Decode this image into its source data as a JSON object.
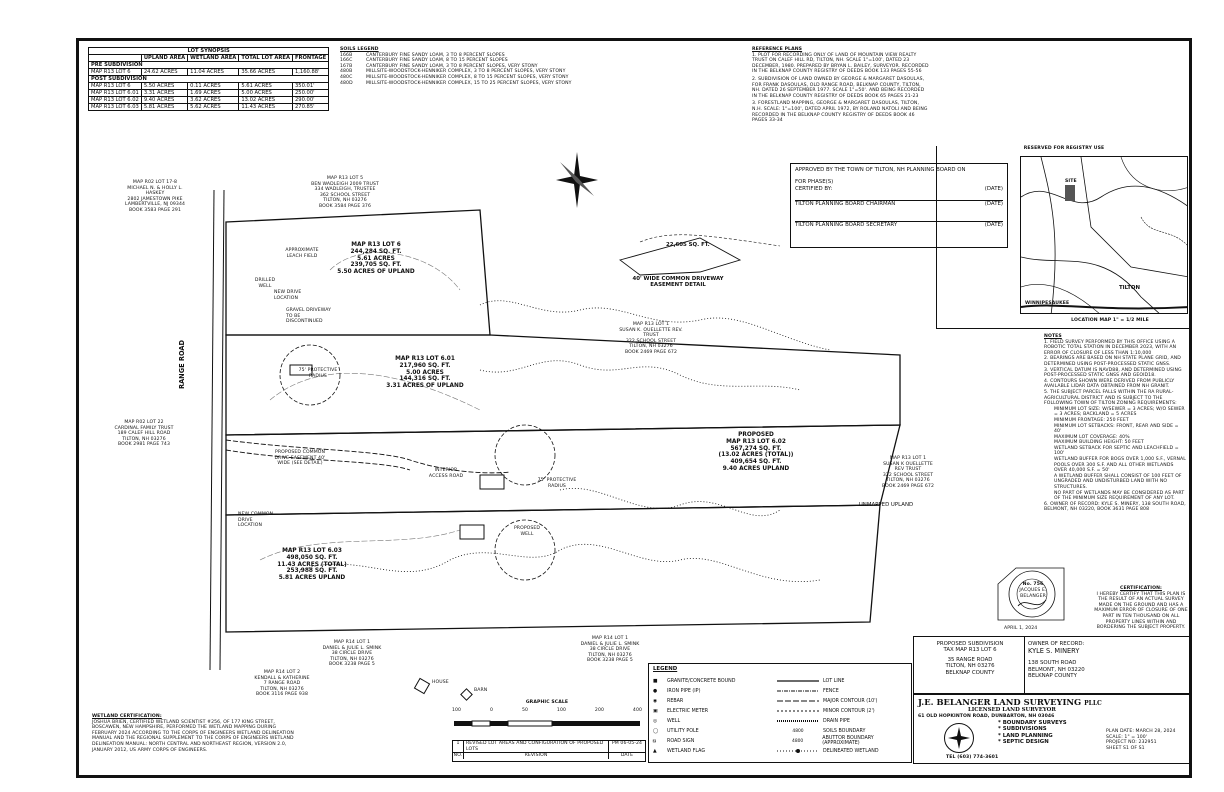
{
  "lot_synopsis": {
    "title": "LOT SYNOPSIS",
    "headers": [
      "",
      "UPLAND AREA",
      "WETLAND AREA",
      "TOTAL LOT AREA",
      "FRONTAGE"
    ],
    "pre_label": "PRE SUBDIVISION",
    "pre_rows": [
      [
        "MAP R13 LOT 6",
        "24.62 ACRES",
        "11.04 ACRES",
        "35.66 ACRES",
        "1,160.88'"
      ]
    ],
    "post_label": "POST SUBDIVISION",
    "post_rows": [
      [
        "MAP R13 LOT 6",
        "5.50 ACRES",
        "0.11 ACRES",
        "5.61 ACRES",
        "350.01'"
      ],
      [
        "MAP R13 LOT 6.01",
        "3.31 ACRES",
        "1.69 ACRES",
        "5.00 ACRES",
        "250.00'"
      ],
      [
        "MAP R13 LOT 6.02",
        "9.40 ACRES",
        "3.62 ACRES",
        "13.02 ACRES",
        "290.00'"
      ],
      [
        "MAP R13 LOT 6.03",
        "5.81 ACRES",
        "5.62 ACRES",
        "11.43 ACRES",
        "270.85'"
      ]
    ]
  },
  "soils_legend": {
    "title": "SOILS LEGEND",
    "rows": [
      [
        "166B",
        "CANTERBURY FINE SANDY LOAM, 3 TO 8 PERCENT SLOPES"
      ],
      [
        "166C",
        "CANTERBURY FINE SANDY LOAM, 8 TO 15 PERCENT SLOPES"
      ],
      [
        "167B",
        "CANTERBURY FINE SANDY LOAM, 3 TO 8 PERCENT SLOPES, VERY STONY"
      ],
      [
        "480B",
        "MILLSITE-WOODSTOCK-HENNIKER COMPLEX, 3 TO 8 PERCENT SLOPES, VERY STONY"
      ],
      [
        "480C",
        "MILLSITE-WOODSTOCK-HENNIKER COMPLEX, 8 TO 15 PERCENT SLOPES, VERY STONY"
      ],
      [
        "480D",
        "MILLSITE-WOODSTOCK-HENNIKER COMPLEX, 15 TO 25 PERCENT SLOPES, VERY STONY"
      ]
    ]
  },
  "reference_plans": {
    "title": "REFERENCE PLANS",
    "items": [
      "1. PLOT FOR RECORDING ONLY OF LAND OF MOUNTAIN VIEW REALTY TRUST ON CALEF HILL RD, TILTON, NH. SCALE 1\"=100', DATED 23 DECEMBER, 1980. PREPARED BY BRYAN L. BAILEY, SURVEYOR. RECORDED IN THE BELKNAP COUNTY REGISTRY OF DEEDS BOOK 133 PAGES 55-56",
      "2. SUBDIVISION OF LAND OWNED BY GEORGE & MARGARET DASOULAS, FOR FRANK DASOULAS, OLD RANGE ROAD, BELKNAP COUNTY, TILTON, NH. DATED 26 SEPTEMBER 1977. SCALE 1\"=50'. AND BEING RECORDED IN THE BELKNAP COUNTY REGISTRY OF DEEDS BOOK 65 PAGES 21-23",
      "3. FORESTLAND MAPPING, GEORGE & MARGARET DASOULAS, TILTON, N.H. SCALE: 1\"=100', DATED APRIL 1972, BY ROLAND NATOLI AND BEING RECORDED IN THE BELKNAP COUNTY REGISTRY OF DEEDS BOOK 46 PAGES 33-34"
    ]
  },
  "approval": {
    "line1": "APPROVED BY THE TOWN OF TILTON, NH PLANNING BOARD ON",
    "line2": "FOR PHASE(S)",
    "line3": "CERTIFIED BY:",
    "date": "(DATE)",
    "chairman": "TILTON PLANNING BOARD CHAIRMAN",
    "secretary": "TILTON PLANNING BOARD SECRETARY"
  },
  "registry": {
    "title": "RESERVED FOR REGISTRY USE",
    "location_map": "LOCATION MAP  1\" = 1/2 MILE",
    "tilton": "TILTON",
    "winnipesaukee": "WINNIPESAUKEE",
    "site": "SITE"
  },
  "notes": {
    "title": "NOTES",
    "items": [
      "1. FIELD SURVEY PERFORMED BY THIS OFFICE USING A ROBOTIC TOTAL STATION IN DECEMBER 2023, WITH AN ERROR OF CLOSURE OF LESS THAN 1:10,000",
      "2. BEARINGS ARE BASED ON NH STATE PLANE GRID, AND DETERMINED USING POST-PROCESSED STATIC GNSS.",
      "3. VERTICAL DATUM IS NAVD88, AND DETERMINED USING POST-PROCESSED STATIC GNSS AND GEOID18.",
      "4. CONTOURS SHOWN WERE DERIVED FROM PUBLICLY AVAILABLE LIDAR DATA OBTAINED FROM NH GRANIT.",
      "5. THE SUBJECT PARCEL FALLS WITHIN THE RA RURAL-AGRICULTURAL DISTRICT AND IS SUBJECT TO THE FOLLOWING TOWN OF TILTON ZONING REQUIREMENTS:",
      "MINIMUM LOT SIZE: W/SEWER = 3 ACRES; W/O SEWER = 3 ACRES; BACKLAND = 5 ACRES",
      "MINIMUM FRONTAGE: 250 FEET",
      "MINIMUM LOT SETBACKS: FRONT, REAR AND SIDE = 40'",
      "MAXIMUM LOT COVERAGE: 40%",
      "MAXIMUM BUILDING HEIGHT: 50 FEET",
      "WETLAND SETBACK FOR SEPTIC AND LEACHFIELD = 100'",
      "WETLAND BUFFER FOR BOGS OVER 1,000 S.F., VERNAL POOLS OVER 300 S.F. AND ALL OTHER WETLANDS OVER 40,000 S.F. = 50'",
      "A WETLAND BUFFER SHALL CONSIST OF 100 FEET OF UNGRADED AND UNDISTURBED LAND WITH NO STRUCTURES.",
      "NO PART OF WETLANDS MAY BE CONSIDERED AS PART OF THE MINIMUM SIZE REQUIREMENT OF ANY LOT.",
      "6. OWNER OF RECORD: KYLE S. MINERY, 138 SOUTH ROAD, BELMONT, NH 03220, BOOK 3631 PAGE 808"
    ]
  },
  "certification": {
    "title": "CERTIFICATION:",
    "text": "I HEREBY CERTIFY THAT THIS PLAN IS THE RESULT OF AN ACTUAL SURVEY MADE ON THE GROUND AND HAS A MAXIMUM ERROR OF CLOSURE OF ONE PART IN TEN THOUSAND ON ALL PROPERTY LINES WITHIN AND BORDERING THE SUBJECT PROPERTY.",
    "date": "APRIL 1, 2024",
    "seal_name": "JACQUES E. BELANGER",
    "seal_number": "No. 756"
  },
  "title_block": {
    "l1": "PROPOSED SUBDIVISION",
    "l2": "TAX MAP R13 LOT 6",
    "l3": "35 RANGE ROAD",
    "l4": "TILTON, NH 03276",
    "l5": "BELKNAP COUNTY",
    "owner_label": "OWNER OF RECORD:",
    "owner": "KYLE S. MINERY",
    "o1": "138 SOUTH ROAD",
    "o2": "BELMONT, NH 03220",
    "o3": "BELKNAP COUNTY"
  },
  "company": {
    "name": "J.E. BELANGER LAND SURVEYING",
    "pllc": "PLLC",
    "licensed": "LICENSED LAND SURVEYOR",
    "address": "61 OLD HOPKINTON ROAD, DUNBARTON, NH 03046",
    "svc1": "* BOUNDARY SURVEYS",
    "svc2": "* SUBDIVISIONS",
    "svc3": "* LAND PLANNING",
    "svc4": "* SEPTIC DESIGN",
    "tel": "TEL (603) 774-3601",
    "plan_date": "PLAN DATE: MARCH 28, 2024",
    "scale": "SCALE: 1\" = 100'",
    "project": "PROJECT NO: 232951",
    "sheet": "SHEET S1 OF S1"
  },
  "legend": {
    "title": "LEGEND",
    "left": [
      "GRANITE/CONCRETE BOUND",
      "IRON PIPE (IP)",
      "REBAR",
      "ELECTRIC METER",
      "WELL",
      "UTILITY POLE",
      "ROAD SIGN",
      "WETLAND FLAG"
    ],
    "right": [
      "LOT LINE",
      "FENCE",
      "MAJOR CONTOUR (10')",
      "MINOR CONTOUR (2')",
      "DRAIN PIPE",
      "SOILS BOUNDARY",
      "ABUTTOR BOUNDARY (APPROXIMATE)",
      "DELINEATED WETLAND"
    ],
    "contour_major": "4800",
    "contour_minor": "4800"
  },
  "graphic_scale": {
    "title": "GRAPHIC SCALE",
    "ticks": [
      "100",
      "0",
      "50",
      "100",
      "200",
      "400"
    ]
  },
  "revisions": {
    "num": "1",
    "text": "REVISED LOT AREAS AND CONFIGURATION OF PROPOSED LOTS",
    "by": "PM 06-05-24",
    "h_no": "NO.",
    "h_rev": "REVISION",
    "h_date": "DATE"
  },
  "wetland_cert": {
    "title": "WETLAND CERTIFICATION:",
    "text": "JOSHUA BRIEN, CERTIFIED WETLAND SCIENTIST #256, OF 177 KING STREET, BOSCAWEN, NEW HAMPSHIRE, PERFORMED THE WETLAND MAPPING DURING FEBRUARY 2024 ACCORDING TO THE CORPS OF ENGINEERS WETLAND DELINEATION MANUAL AND THE REGIONAL SUPPLEMENT TO THE CORPS OF ENGINEERS WETLAND DELINEATION MANUAL: NORTH CENTRAL AND NORTHEAST REGION, VERSION 2.0, JANUARY 2012, US ARMY CORPS OF ENGINEERS."
  },
  "map": {
    "lot6": [
      "MAP R13 LOT 6",
      "244,284 SQ. FT.",
      "5.61 ACRES",
      "239,705 SQ. FT.",
      "5.50 ACRES OF UPLAND"
    ],
    "lot601": [
      "MAP R13 LOT 6.01",
      "217,960 SQ. FT.",
      "5.00 ACRES",
      "144,316 SQ. FT.",
      "3.31 ACRES OF UPLAND"
    ],
    "lot602": [
      "PROPOSED",
      "MAP R13 LOT 6.02",
      "567,274 SQ. FT.",
      "(13.02 ACRES (TOTAL))",
      "409,654 SQ. FT.",
      "9.40 ACRES UPLAND"
    ],
    "lot603": [
      "MAP R13 LOT 6.03",
      "498,050 SQ. FT.",
      "11.43 ACRES (TOTAL)",
      "253,988 SQ. FT.",
      "5.81 ACRES UPLAND"
    ],
    "easement_area": "22,605 SQ. FT.",
    "easement_title": "40' WIDE COMMON DRIVEWAY EASEMENT DETAIL",
    "road": "RANGE ROAD",
    "unmapped": "UNMAPPED UPLAND",
    "protective1": "75' PROTECTIVE RADIUS",
    "protective2": "75' PROTECTIVE RADIUS",
    "proposed_well": "PROPOSED WELL",
    "drilled_well": "DRILLED WELL",
    "approx_leach": "APPROXIMATE LEACH FIELD",
    "new_drive": "NEW DRIVE LOCATION",
    "gravel_driveway": "GRAVEL DRIVEWAY TO BE DISCONTINUED",
    "common_drive": "PROPOSED COMMON DRIVE EASEMENT 40' WIDE (SEE DETAIL)",
    "interior_road": "INTERIOR ACCESS ROAD",
    "new_common": "NEW COMMON DRIVE LOCATION",
    "abutter_n1": "MAP R13 LOT 5\nBEN WADLEIGH 2009 TRUST\n334 WADLEIGH, TRUSTEE\n362 SCHOOL STREET\nTILTON, NH 03276\nBOOK 3584 PAGE 376",
    "abutter_nw": "MAP R02 LOT 17-8\nMICHAEL N. & HOLLY L. HASKEY\n2802 JAMESTOWN PIKE\nLAMBERTVILLE, NJ 09344\nBOOK 3583 PAGE 291",
    "abutter_e1": "MAP R13 LOT 1\nSUSAN K. OUELLETTE REV. TRUST\n322 SCHOOL STREET\nTILTON, NH 03276\nBOOK 2469 PAGE 672",
    "abutter_e2": "MAP R13 LOT 1\nSUSAN K OUELLETTE REV TRUST\n322 SCHOOL STREET\nTILTON, NH 03276\nBOOK 2469 PAGE 672",
    "abutter_s1": "MAP R14 LOT 1\nDANIEL & JULIE L. SMINK\n38 CIRCLE DRIVE\nTILTON, NH 03276\nBOOK 3238 PAGE 5",
    "abutter_s2": "MAP R14 LOT 1\nDANIEL & JULIE L. SMINK\n38 CIRCLE DRIVE\nTILTON, NH 03276\nBOOK 3238 PAGE 5",
    "abutter_sw": "MAP R14 LOT 2\nKENDALL & KATHERINE\n7 RANGE ROAD\nTILTON, NH 03276\nBOOK 3116 PAGE 938",
    "abutter_w": "MAP R02 LOT 22\nCARDINAL FAMILY TRUST\n189 CALEF HILL ROAD\nTILTON, NH 03276\nBOOK 2981 PAGE 743",
    "house": "HOUSE",
    "barn": "BARN"
  }
}
